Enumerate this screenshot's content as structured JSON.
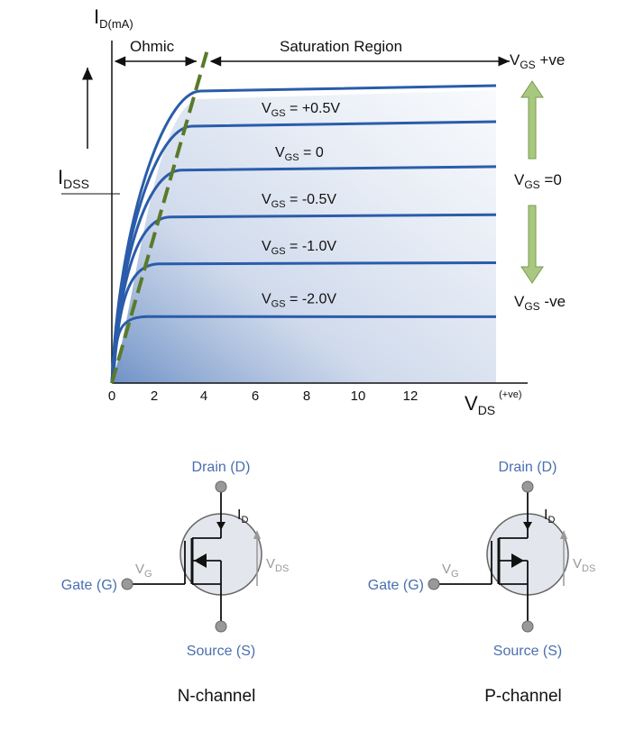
{
  "chart_data": {
    "type": "line",
    "xlabel_main": "V",
    "xlabel_sub": "DS",
    "xlabel_sup": "(+ve)",
    "ylabel_main": "I",
    "ylabel_sub": "D(mA)",
    "idss_main": "I",
    "idss_sub": "DSS",
    "xticks": [
      "0",
      "2",
      "4",
      "6",
      "8",
      "10",
      "12"
    ],
    "xlim": [
      0,
      15
    ],
    "regions": {
      "ohmic": "Ohmic",
      "saturation": "Saturation Region"
    },
    "series": [
      {
        "gs_sub": "GS",
        "label_rest": "",
        "saturation": 1.0
      },
      {
        "gs_sub": "GS",
        "label_rest": " = +0.5V",
        "saturation": 0.88
      },
      {
        "gs_sub": "GS",
        "label_rest": " = 0",
        "saturation": 0.73
      },
      {
        "gs_sub": "GS",
        "label_rest": " = -0.5V",
        "saturation": 0.57
      },
      {
        "gs_sub": "GS",
        "label_rest": " = -1.0V",
        "saturation": 0.41
      },
      {
        "gs_sub": "GS",
        "label_rest": " = -2.0V",
        "saturation": 0.23
      }
    ],
    "right_labels": {
      "top": {
        "main": "V",
        "sub": "GS",
        "rest": " +ve"
      },
      "mid": {
        "main": "V",
        "sub": "GS",
        "rest": " =0"
      },
      "bottom": {
        "main": "V",
        "sub": "GS",
        "rest": " -ve"
      }
    },
    "colors": {
      "curve": "#2a5caa",
      "ohmic_line": "#5a7a2a",
      "arrow_fill": "#a8c880",
      "arrow_stroke": "#7a9a50",
      "shade": "#c7d3e8"
    }
  },
  "symbols": [
    {
      "caption": "N-channel",
      "drain": "Drain (D)",
      "gate": "Gate (G)",
      "source": "Source (S)",
      "id_main": "I",
      "id_sub": "D",
      "vg_main": "V",
      "vg_sub": "G",
      "vds_main": "V",
      "vds_sub": "DS"
    },
    {
      "caption": "P-channel",
      "drain": "Drain (D)",
      "gate": "Gate (G)",
      "source": "Source (S)",
      "id_main": "I",
      "id_sub": "D",
      "vg_main": "V",
      "vg_sub": "G",
      "vds_main": "V",
      "vds_sub": "DS"
    }
  ]
}
